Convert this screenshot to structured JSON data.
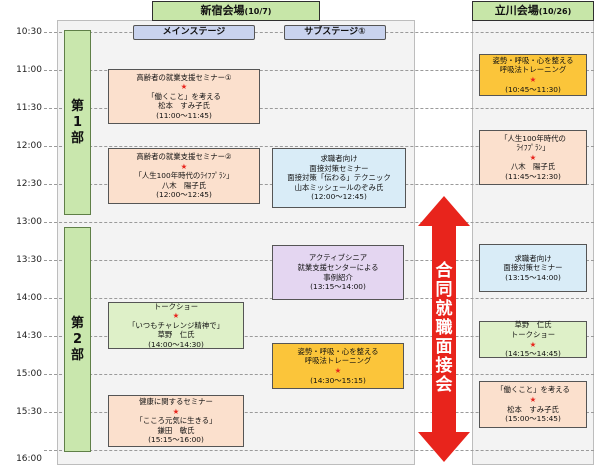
{
  "times": [
    "10:30",
    "11:00",
    "11:30",
    "12:00",
    "12:30",
    "13:00",
    "13:30",
    "14:00",
    "14:30",
    "15:00",
    "15:30",
    "16:00"
  ],
  "venues": {
    "shinjuku": {
      "name": "新宿会場",
      "date": "(10/7)"
    },
    "tachikawa": {
      "name": "立川会場",
      "date": "(10/26)"
    }
  },
  "stages": {
    "main": "メインステージ",
    "sub": "サブステージ①"
  },
  "parts": {
    "p1": [
      "第",
      "1",
      "部"
    ],
    "p2": [
      "第",
      "2",
      "部"
    ]
  },
  "arrow_label": [
    "合",
    "同",
    "就",
    "職",
    "面",
    "接",
    "会"
  ],
  "events": {
    "m1": {
      "lines": [
        "高齢者の就業支援セミナー①",
        "「働くこと」を考える",
        "松本　すみ子氏",
        "(11:00〜11:45)"
      ],
      "star": "★"
    },
    "m2": {
      "lines": [
        "高齢者の就業支援セミナー②",
        "「人生100年時代のﾗｲﾌﾌﾟﾗﾝ」",
        "八木　陽子氏",
        "(12:00〜12:45)"
      ],
      "star": "★"
    },
    "m3": {
      "lines": [
        "トークショー",
        "「いつもチャレンジ精神で」",
        "草野　仁氏",
        "(14:00〜14:30)"
      ],
      "star": "★"
    },
    "m4": {
      "lines": [
        "健康に関するセミナー",
        "「こころ元気に生きる」",
        "鎌田　敏氏",
        "(15:15〜16:00)"
      ],
      "star": "★"
    },
    "s1": {
      "lines": [
        "求職者向け",
        "面接対策セミナー",
        "面接対策「伝わる」テクニック",
        "山本ミッシェールのぞみ氏",
        "(12:00〜12:45)"
      ]
    },
    "s2": {
      "lines": [
        "アクティブシニア",
        "就業支援センターによる",
        "事例紹介",
        "(13:15〜14:00)"
      ]
    },
    "s3": {
      "lines": [
        "姿勢・呼吸・心を整える",
        "呼吸法トレーニング",
        "(14:30〜15:15)"
      ],
      "star": "★"
    },
    "t1": {
      "lines": [
        "姿勢・呼吸・心を整える",
        "呼吸法トレーニング",
        "(10:45〜11:30)"
      ],
      "star": "★"
    },
    "t2": {
      "lines": [
        "「人生100年時代の",
        "ﾗｲﾌﾌﾟﾗﾝ」",
        "八木　陽子氏",
        "(11:45〜12:30)"
      ],
      "star": "★"
    },
    "t3": {
      "lines": [
        "求職者向け",
        "面接対策セミナー",
        "(13:15〜14:00)"
      ]
    },
    "t4": {
      "lines": [
        "草野　仁氏",
        "トークショー",
        "(14:15〜14:45)"
      ],
      "star": "★"
    },
    "t5": {
      "lines": [
        "「働くこと」を考える",
        "松本　すみ子氏",
        "(15:00〜15:45)"
      ],
      "star": "★"
    }
  },
  "colors": {
    "header_green": "#c7e6a8",
    "stage_blue": "#c9d3ee",
    "arrow_red": "#e8241c",
    "star_red": "#e8241c",
    "peach": "#fbe0cd",
    "light_blue": "#d9ecf7",
    "lavender": "#e4d6f1",
    "lime": "#def0c8",
    "gold": "#fbc53a"
  }
}
